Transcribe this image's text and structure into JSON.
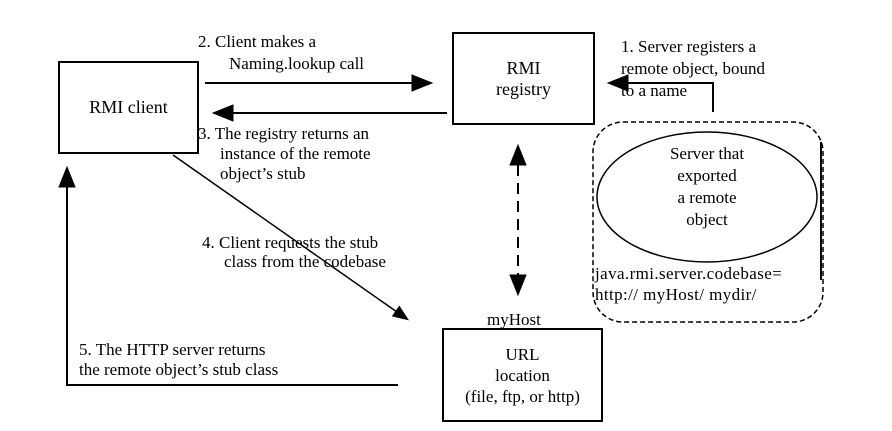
{
  "canvas": {
    "background": "#ffffff",
    "line_color": "#000000"
  },
  "nodes": {
    "client": {
      "label": "RMI client"
    },
    "registry": {
      "lines": [
        "RMI",
        "registry"
      ]
    },
    "url_location": {
      "lines": [
        "URL",
        "location",
        "(file, ftp, or http)"
      ]
    },
    "server_ellipse": {
      "lines": [
        "Server that",
        "exported",
        "a remote",
        "object"
      ]
    },
    "codebase": {
      "lines": [
        "java.rmi.server.codebase=",
        "http:// myHost/ mydir/"
      ]
    },
    "myhost": {
      "label": "myHost"
    }
  },
  "steps": {
    "step1": {
      "lines": [
        "1. Server registers a",
        "remote object, bound",
        "to a name"
      ]
    },
    "step2": {
      "lines": [
        "2. Client makes a",
        "Naming.lookup call"
      ]
    },
    "step3": {
      "lines": [
        "3. The registry returns an",
        "instance of the remote",
        "object’s stub"
      ]
    },
    "step4": {
      "lines": [
        "4. Client requests the stub",
        "class from the codebase"
      ]
    },
    "step5": {
      "lines": [
        "5. The HTTP server returns",
        "the remote object’s stub class"
      ]
    }
  }
}
